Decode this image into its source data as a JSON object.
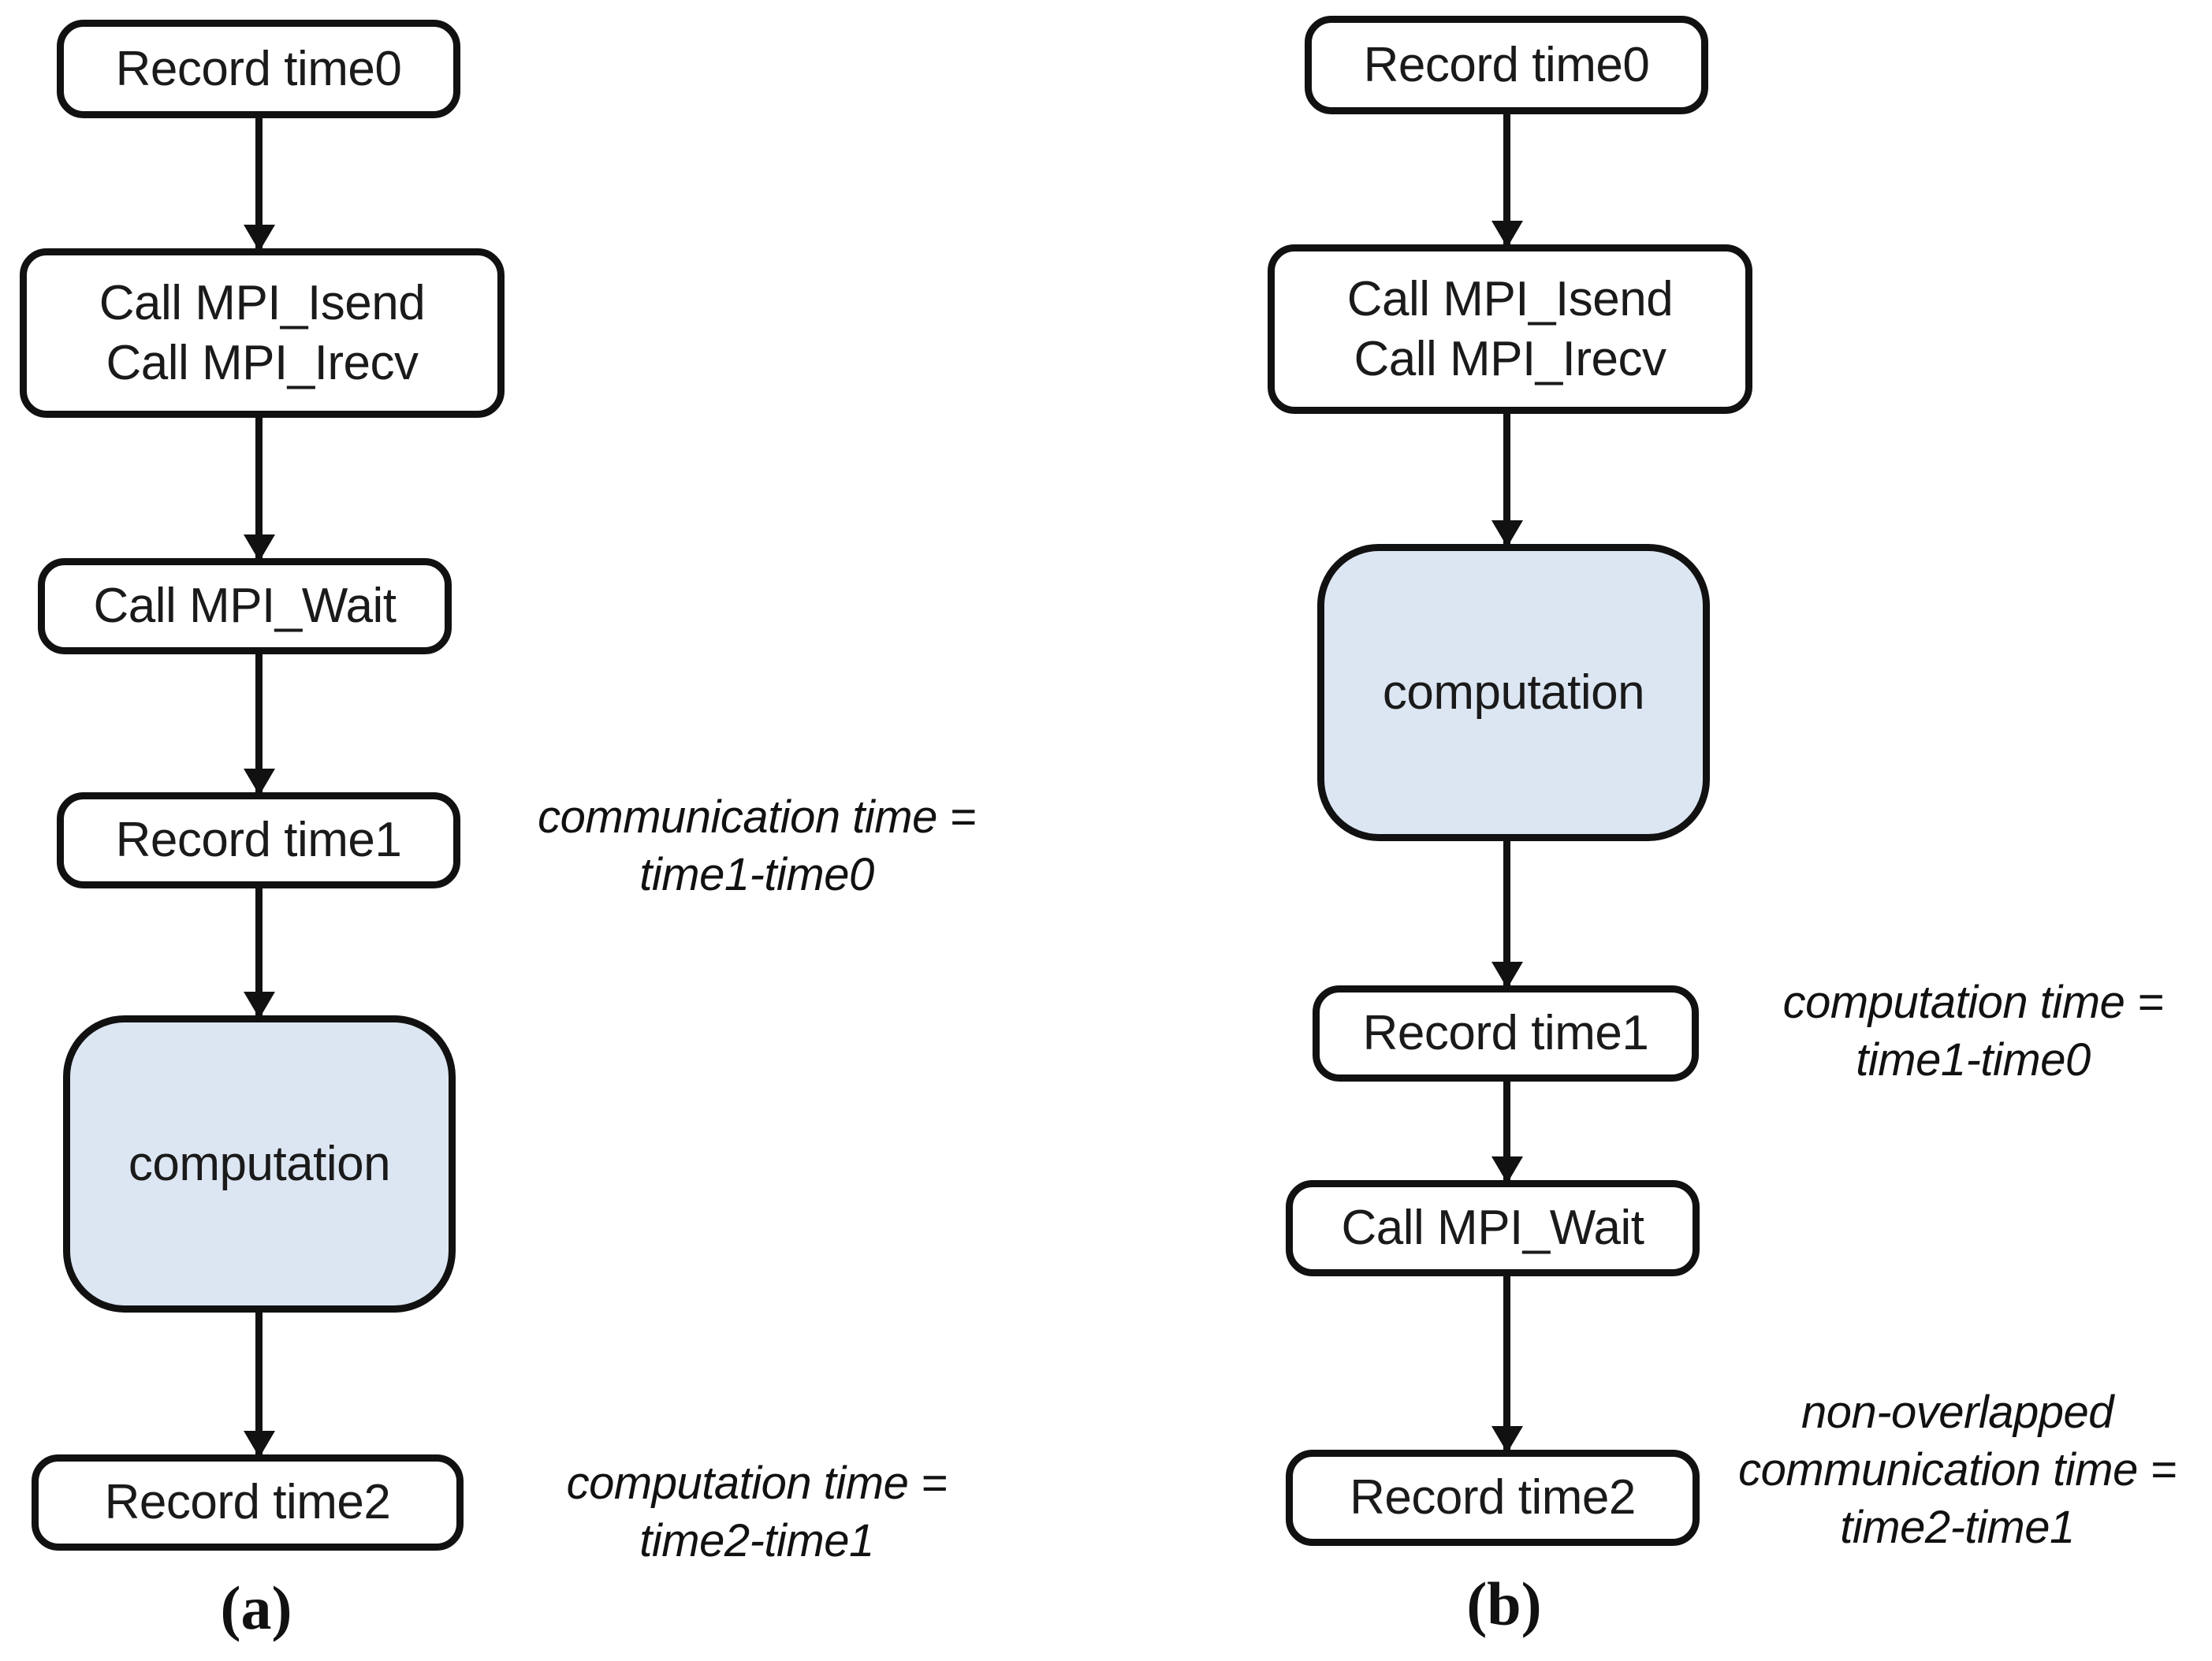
{
  "figure": {
    "background": "#ffffff",
    "stroke_color": "#111111",
    "compute_fill": "#dce6f2"
  },
  "panels": [
    {
      "id": "a",
      "caption": "(a)",
      "nodes": [
        {
          "key": "record_time0",
          "label": "Record time0",
          "shape": "pill"
        },
        {
          "key": "mpi_nonblocking",
          "label": "Call MPI_Isend\nCall MPI_Irecv",
          "shape": "pill"
        },
        {
          "key": "mpi_wait",
          "label": "Call MPI_Wait",
          "shape": "pill"
        },
        {
          "key": "record_time1",
          "label": "Record time1",
          "shape": "pill"
        },
        {
          "key": "computation",
          "label": "computation",
          "shape": "compute"
        },
        {
          "key": "record_time2",
          "label": "Record time2",
          "shape": "pill"
        }
      ],
      "annotations": [
        {
          "key": "communication_time",
          "text": "communication time =\ntime1-time0"
        },
        {
          "key": "computation_time",
          "text": "computation time =\ntime2-time1"
        }
      ]
    },
    {
      "id": "b",
      "caption": "(b)",
      "nodes": [
        {
          "key": "record_time0",
          "label": "Record time0",
          "shape": "pill"
        },
        {
          "key": "mpi_nonblocking",
          "label": "Call MPI_Isend\nCall MPI_Irecv",
          "shape": "pill"
        },
        {
          "key": "computation",
          "label": "computation",
          "shape": "compute"
        },
        {
          "key": "record_time1",
          "label": "Record time1",
          "shape": "pill"
        },
        {
          "key": "mpi_wait",
          "label": "Call MPI_Wait",
          "shape": "pill"
        },
        {
          "key": "record_time2",
          "label": "Record time2",
          "shape": "pill"
        }
      ],
      "annotations": [
        {
          "key": "computation_time",
          "text": "computation time =\ntime1-time0"
        },
        {
          "key": "non_overlapped_communication_time",
          "text": "non-overlapped\ncommunication time =\ntime2-time1"
        }
      ]
    }
  ]
}
